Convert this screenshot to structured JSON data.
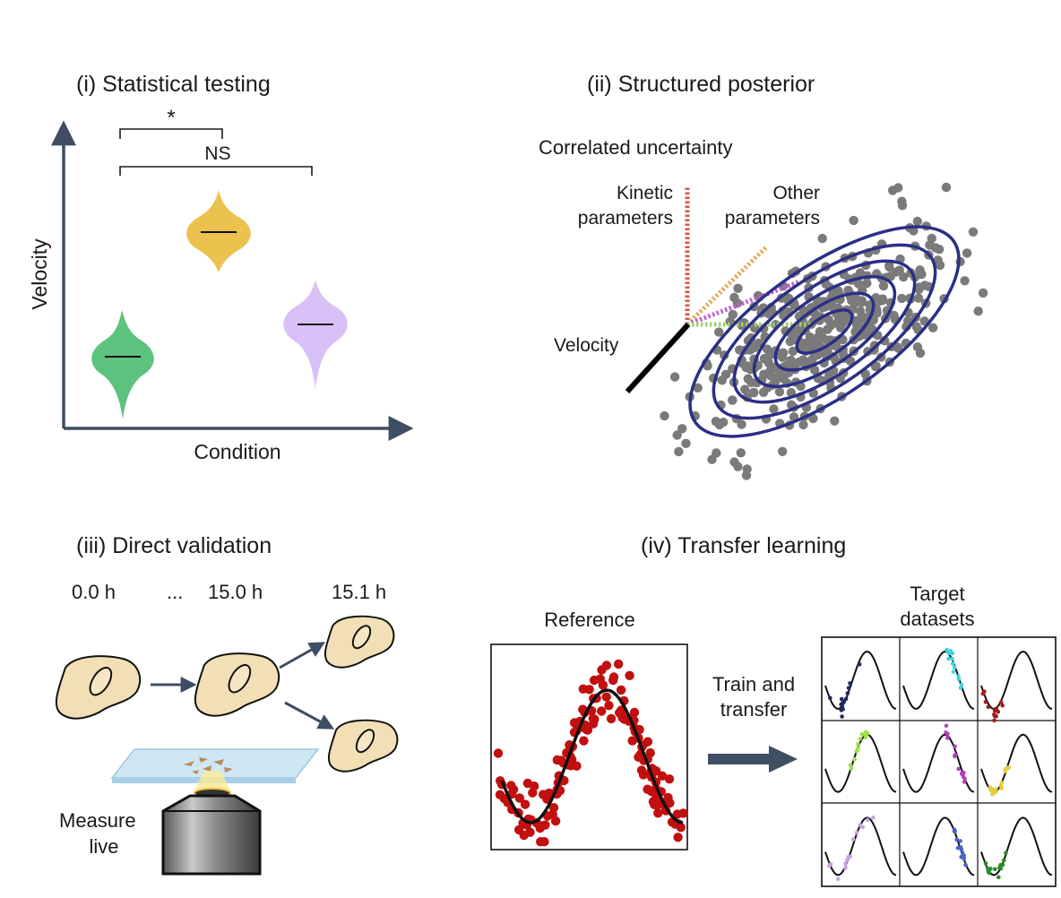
{
  "panel_i": {
    "title": "(i) Statistical testing",
    "y_axis_label": "Velocity",
    "x_axis_label": "Condition",
    "sig_star": "*",
    "sig_ns": "NS",
    "colors": {
      "green": "#5cc27d",
      "yellow": "#ebc24e",
      "purple": "#d9c0f7",
      "axis": "#3e4e63"
    }
  },
  "panel_ii": {
    "title": "(ii) Structured posterior",
    "subtitle": "Correlated uncertainty",
    "kinetic_label_line1": "Kinetic",
    "kinetic_label_line2": "parameters",
    "other_label_line1": "Other",
    "other_label_line2": "parameters",
    "velocity_label": "Velocity",
    "colors": {
      "contour": "#2a2f86",
      "points": "#7a7a7a",
      "kinetic": "#d9534f",
      "other_orange": "#e6a75a",
      "other_purple": "#c45fd6",
      "other_green": "#9ed16a"
    }
  },
  "panel_iii": {
    "title": "(iii) Direct validation",
    "time_0": "0.0 h",
    "ellipsis": "...",
    "time_15": "15.0 h",
    "time_15_1": "15.1 h",
    "measure_line1": "Measure",
    "measure_line2": "live",
    "colors": {
      "cell": "#f3dfb6",
      "arrow": "#3e4e63",
      "slide": "#cfe6f5"
    }
  },
  "panel_iv": {
    "title": "(iv) Transfer learning",
    "reference_label": "Reference",
    "train_line1": "Train and",
    "train_line2": "transfer",
    "target_line1": "Target",
    "target_line2": "datasets",
    "colors": {
      "reference_points": "#c20f0f",
      "arrow": "#3e4e63"
    },
    "subplot_colors": [
      "#1f2a5e",
      "#3fd6e0",
      "#a11d1d",
      "#9be04a",
      "#b63fbf",
      "#e8cd3a",
      "#c7a2e8",
      "#4a63c9",
      "#2a8a2a"
    ]
  }
}
